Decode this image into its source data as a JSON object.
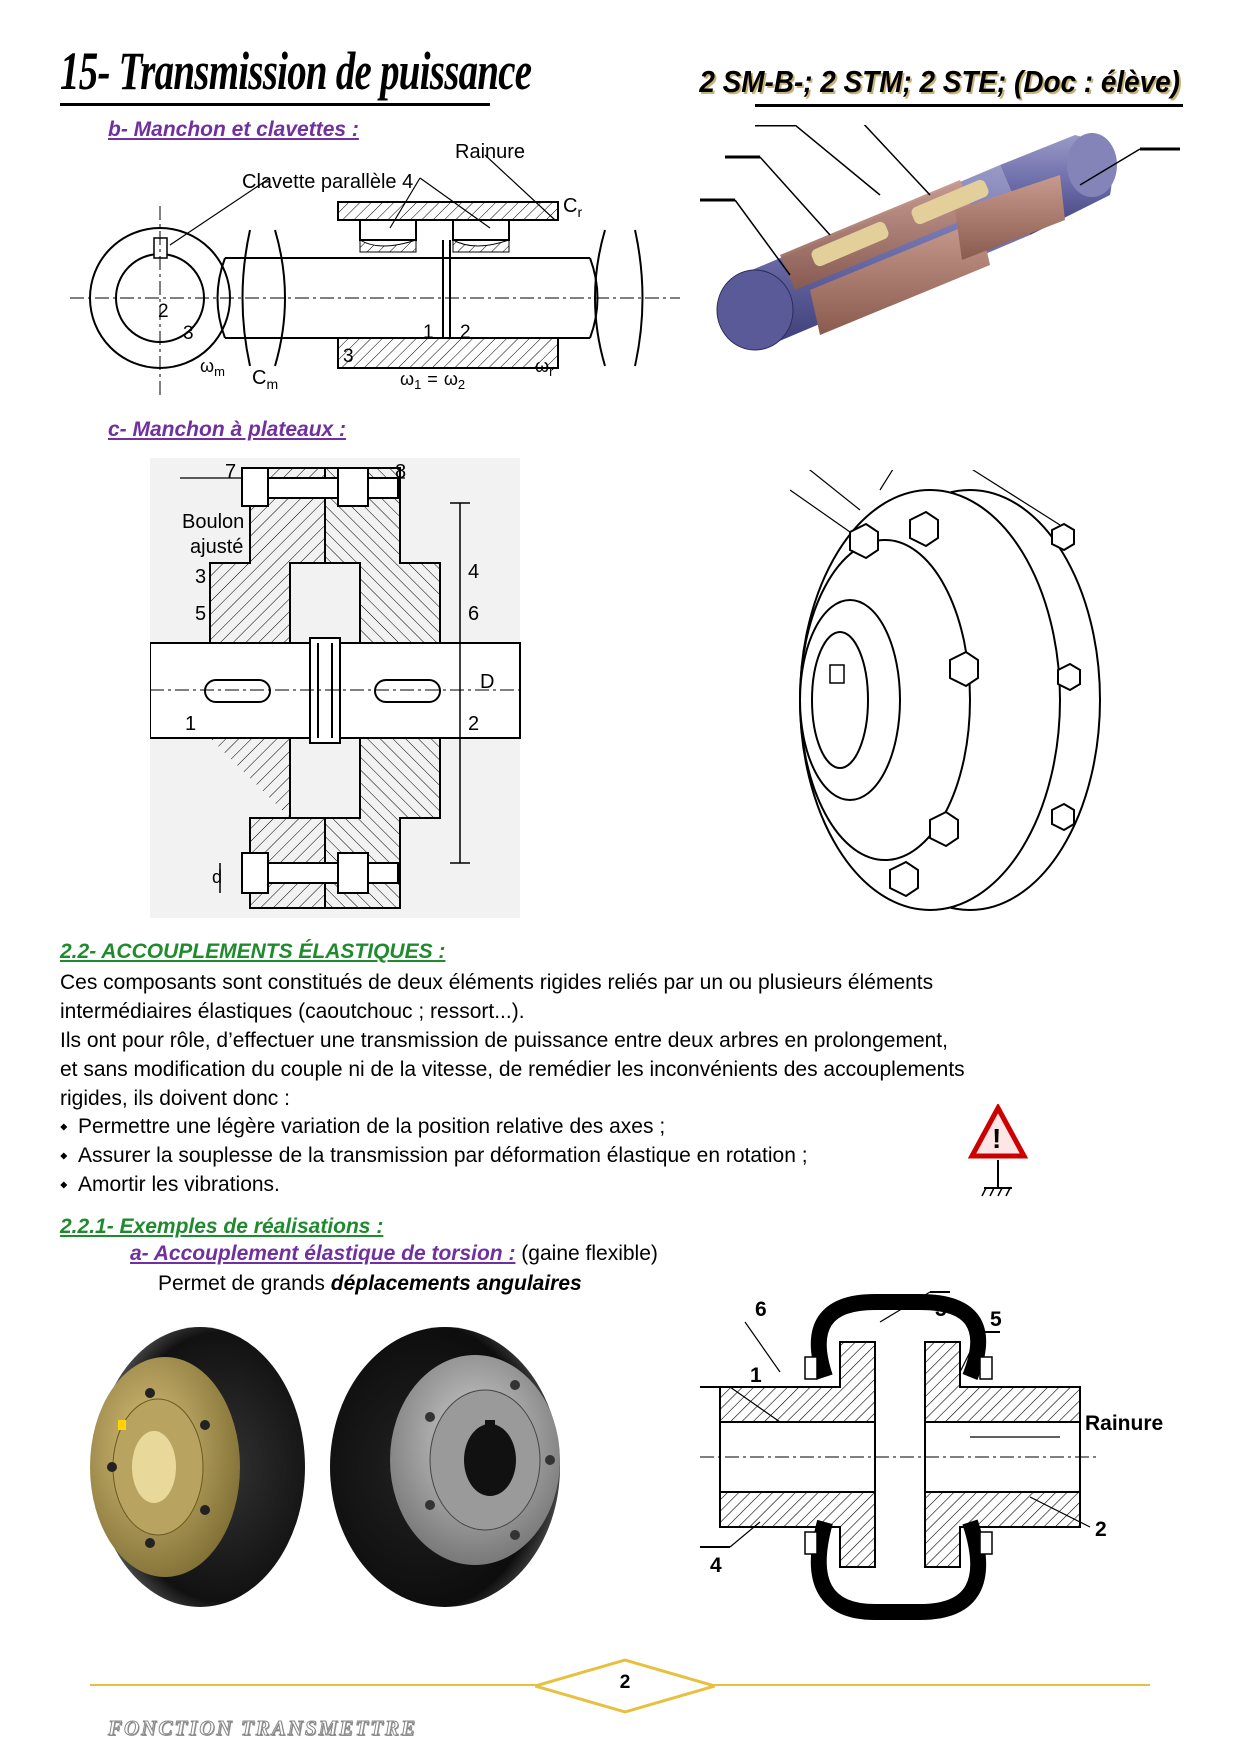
{
  "header": {
    "title": "15- Transmission de puissance",
    "classes": "2 SM-B-; 2 STM; 2 STE; (Doc : élève)"
  },
  "section_b": {
    "heading": "b- Manchon et clavettes :",
    "labels": {
      "rainure": "Rainure",
      "clavette": "Clavette parallèle 4",
      "cr": "C",
      "cr_sub": "r",
      "cm": "C",
      "cm_sub": "m",
      "wm": "ω",
      "wm_sub": "m",
      "wr": "ω",
      "wr_sub": "r",
      "n1": "1",
      "n2": "2",
      "n3": "3",
      "w1": "ω",
      "w1_sub": "1",
      "eq": "=",
      "w2": "ω",
      "w2_sub": "2"
    }
  },
  "section_c": {
    "heading": "c- Manchon à plateaux :",
    "labels": {
      "n7": "7",
      "n8": "8",
      "boulon": "Boulon",
      "ajuste": "ajusté",
      "n3": "3",
      "n4": "4",
      "n5": "5",
      "n6": "6",
      "n1": "1",
      "n2": "2",
      "dim_D": "D",
      "dim_d": "d"
    }
  },
  "section_22": {
    "heading": "2.2- ACCOUPLEMENTS ÉLASTIQUES :",
    "para1_line1": " Ces composants sont constitués de deux éléments rigides reliés par un ou plusieurs éléments",
    "para1_line2": "intermédiaires élastiques (caoutchouc ; ressort...).",
    "para2_line1": " Ils ont pour rôle, d’effectuer une transmission de puissance entre deux arbres en prolongement,",
    "para2_line2": "et sans modification du couple ni de la vitesse, de remédier les inconvénients des accouplements",
    "para2_line3": "rigides, ils doivent donc :",
    "bullets": [
      "Permettre une légère variation de la position relative des axes ;",
      "Assurer la souplesse de la transmission par déformation élastique en rotation ;",
      "Amortir les vibrations."
    ],
    "bullet_symbol": "⬩"
  },
  "section_221": {
    "heading": "2.2.1- Exemples de réalisations :",
    "sub_heading": "a- Accouplement élastique de torsion :",
    "sub_note": " (gaine flexible)",
    "desc_prefix": "Permet de grands ",
    "desc_emph": "déplacements angulaires",
    "diagram_labels": {
      "n6": "6",
      "n3": "3",
      "n5": "5",
      "n1": "1",
      "rainure": "Rainure",
      "n2": "2",
      "n4": "4"
    }
  },
  "footer": {
    "page_number": "2",
    "brand": "FONCTION TRANSMETTRE"
  },
  "colors": {
    "heading_purple": "#7030a0",
    "heading_green": "#1f8a2e",
    "footer_accent": "#e8c040",
    "warning_red": "#cc0000"
  }
}
